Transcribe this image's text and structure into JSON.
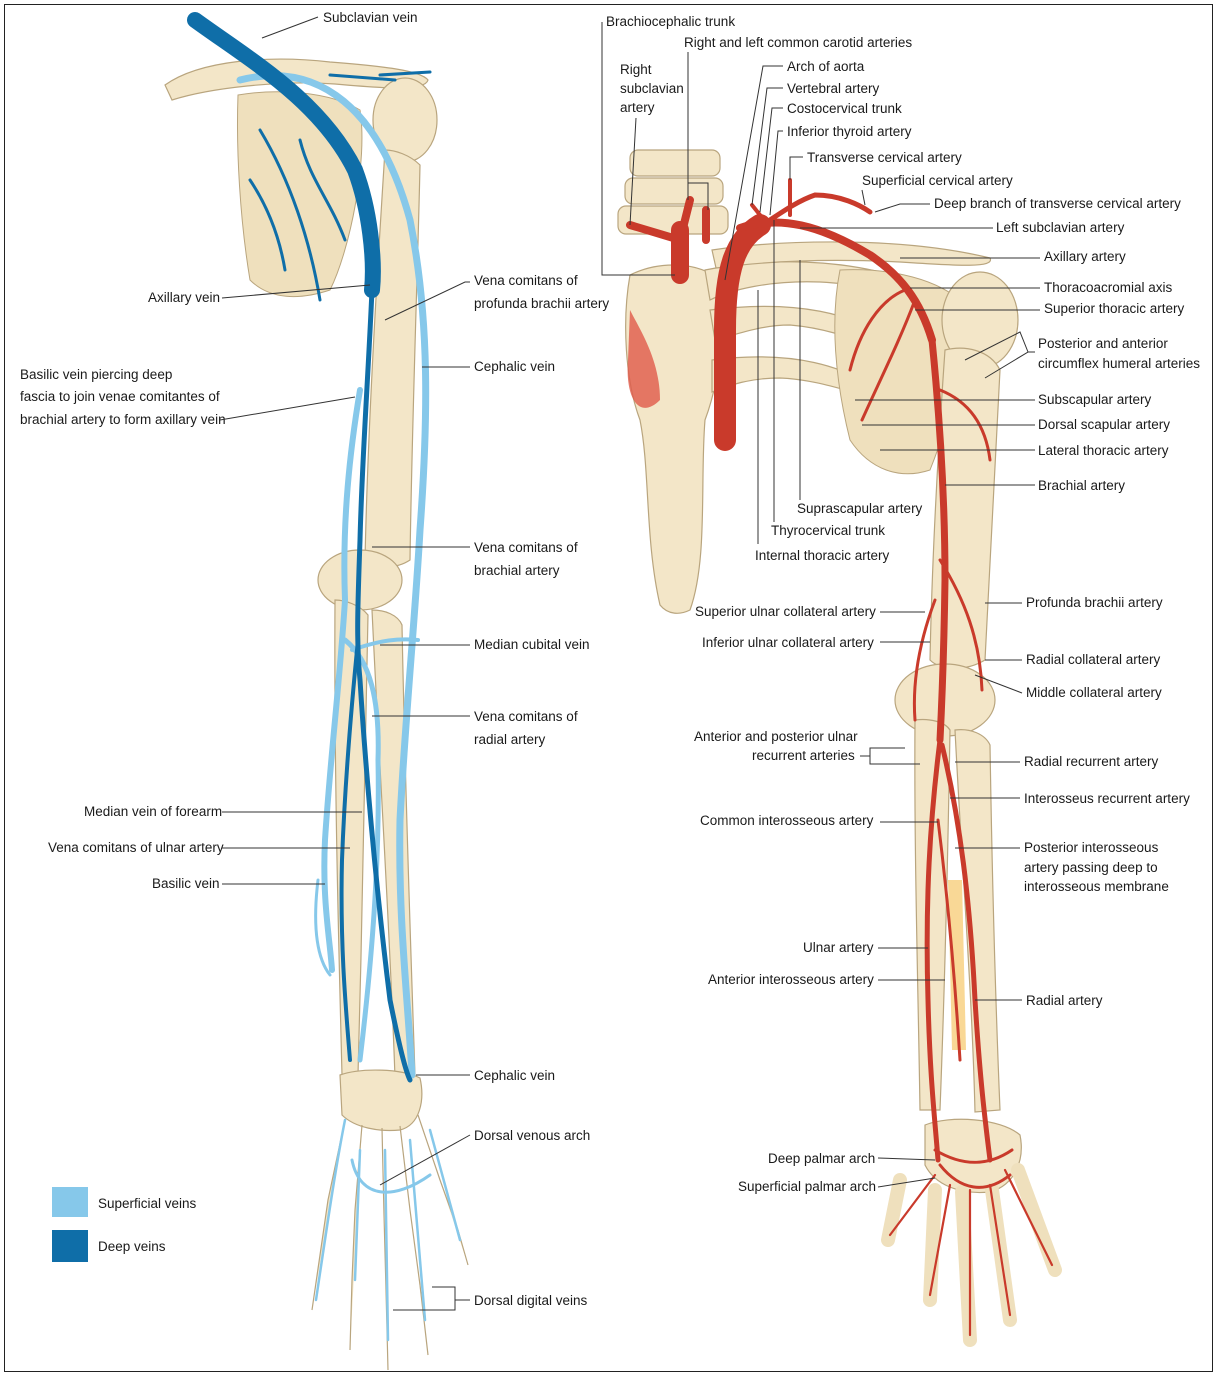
{
  "left_figure": {
    "labels": {
      "subclavian_vein": "Subclavian vein",
      "axillary_vein": "Axillary vein",
      "vena_comitans_profunda": [
        "Vena comitans of",
        "profunda brachii artery"
      ],
      "basilic_piercing": [
        "Basilic vein piercing deep",
        "fascia to join venae comitantes of",
        "brachial artery to form axillary vein"
      ],
      "cephalic_vein_upper": "Cephalic vein",
      "vena_comitans_brachial": [
        "Vena comitans of",
        "brachial artery"
      ],
      "median_cubital_vein": "Median cubital vein",
      "vena_comitans_radial": [
        "Vena comitans of",
        "radial artery"
      ],
      "median_vein_forearm": "Median vein of forearm",
      "vena_comitans_ulnar": "Vena comitans of ulnar artery",
      "basilic_vein": "Basilic vein",
      "cephalic_vein_lower": "Cephalic vein",
      "dorsal_venous_arch": "Dorsal venous arch",
      "dorsal_digital_veins": "Dorsal digital veins"
    },
    "legend": [
      {
        "label": "Superficial veins",
        "color": "#86c8ea"
      },
      {
        "label": "Deep veins",
        "color": "#0f6ea8"
      }
    ]
  },
  "right_figure": {
    "labels": {
      "brachiocephalic_trunk": "Brachiocephalic trunk",
      "common_carotid": "Right and left common carotid arteries",
      "right_subclavian": [
        "Right",
        "subclavian",
        "artery"
      ],
      "arch_of_aorta": "Arch of aorta",
      "vertebral_artery": "Vertebral artery",
      "costocervical_trunk": "Costocervical trunk",
      "inferior_thyroid": "Inferior thyroid artery",
      "transverse_cervical": "Transverse cervical artery",
      "superficial_cervical": "Superficial cervical artery",
      "deep_branch_transverse": "Deep branch of transverse cervical artery",
      "left_subclavian": "Left subclavian artery",
      "axillary_artery": "Axillary artery",
      "thoracoacromial": "Thoracoacromial axis",
      "superior_thoracic": "Superior thoracic artery",
      "circumflex_humeral": [
        "Posterior and anterior",
        "circumflex humeral arteries"
      ],
      "subscapular": "Subscapular artery",
      "dorsal_scapular": "Dorsal scapular artery",
      "lateral_thoracic": "Lateral thoracic artery",
      "brachial": "Brachial artery",
      "suprascapular": "Suprascapular artery",
      "thyrocervical": "Thyrocervical trunk",
      "internal_thoracic": "Internal thoracic artery",
      "superior_ulnar_collateral": "Superior ulnar collateral artery",
      "profunda_brachii": "Profunda brachii artery",
      "inferior_ulnar_collateral": "Inferior ulnar collateral artery",
      "radial_collateral": "Radial collateral artery",
      "middle_collateral": "Middle collateral artery",
      "ulnar_recurrent": [
        "Anterior and posterior ulnar",
        "recurrent arteries"
      ],
      "radial_recurrent": "Radial recurrent artery",
      "interosseus_recurrent": "Interosseus recurrent artery",
      "common_interosseous": "Common interosseous artery",
      "posterior_interosseous": [
        "Posterior interosseous",
        "artery passing deep to",
        "interosseous membrane"
      ],
      "ulnar_artery": "Ulnar artery",
      "anterior_interosseous": "Anterior interosseous artery",
      "radial_artery": "Radial artery",
      "deep_palmar_arch": "Deep palmar arch",
      "superficial_palmar_arch": "Superficial palmar arch"
    }
  },
  "colors": {
    "superficial_vein": "#86c8ea",
    "deep_vein": "#0f6ea8",
    "artery": "#c93a2b",
    "bone": "#f3e6c8"
  }
}
